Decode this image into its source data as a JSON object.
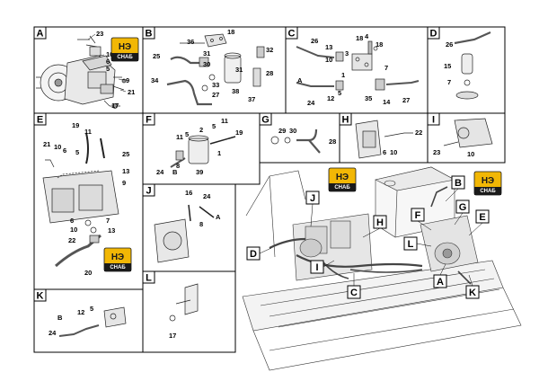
{
  "panels": [
    {
      "id": "A",
      "callouts": [
        "23",
        "10",
        "6",
        "5",
        "9",
        "21",
        "17"
      ]
    },
    {
      "id": "B",
      "callouts": [
        "18",
        "36",
        "32",
        "25",
        "31",
        "30",
        "31",
        "28",
        "34",
        "33",
        "38",
        "27",
        "37"
      ]
    },
    {
      "id": "C",
      "callouts": [
        "18",
        "4",
        "26",
        "13",
        "3",
        "18",
        "7",
        "10",
        "1",
        "24",
        "12",
        "35",
        "5",
        "14",
        "27"
      ]
    },
    {
      "id": "D",
      "callouts": [
        "26",
        "15",
        "7"
      ]
    },
    {
      "id": "E",
      "callouts": [
        "19",
        "11",
        "21",
        "10",
        "6",
        "5",
        "25",
        "13",
        "9",
        "6",
        "7",
        "10",
        "13",
        "22",
        "20"
      ]
    },
    {
      "id": "F",
      "callouts": [
        "11",
        "5",
        "2",
        "11",
        "5",
        "19",
        "24",
        "8",
        "39",
        "1"
      ]
    },
    {
      "id": "G",
      "callouts": [
        "29",
        "30",
        "28"
      ]
    },
    {
      "id": "H",
      "callouts": [
        "22",
        "6",
        "10"
      ]
    },
    {
      "id": "I",
      "callouts": [
        "23",
        "10"
      ]
    },
    {
      "id": "J",
      "callouts": [
        "16",
        "24",
        "8",
        "A"
      ]
    },
    {
      "id": "K",
      "callouts": [
        "B",
        "12",
        "5",
        "24"
      ]
    },
    {
      "id": "L",
      "callouts": [
        "17"
      ]
    }
  ],
  "main_view_labels": [
    "B",
    "G",
    "E",
    "F",
    "J",
    "H",
    "D",
    "L",
    "I",
    "C",
    "A",
    "K"
  ],
  "logo": {
    "mark": "НЭ",
    "text": "СНАБ",
    "color": "#f2b705"
  }
}
